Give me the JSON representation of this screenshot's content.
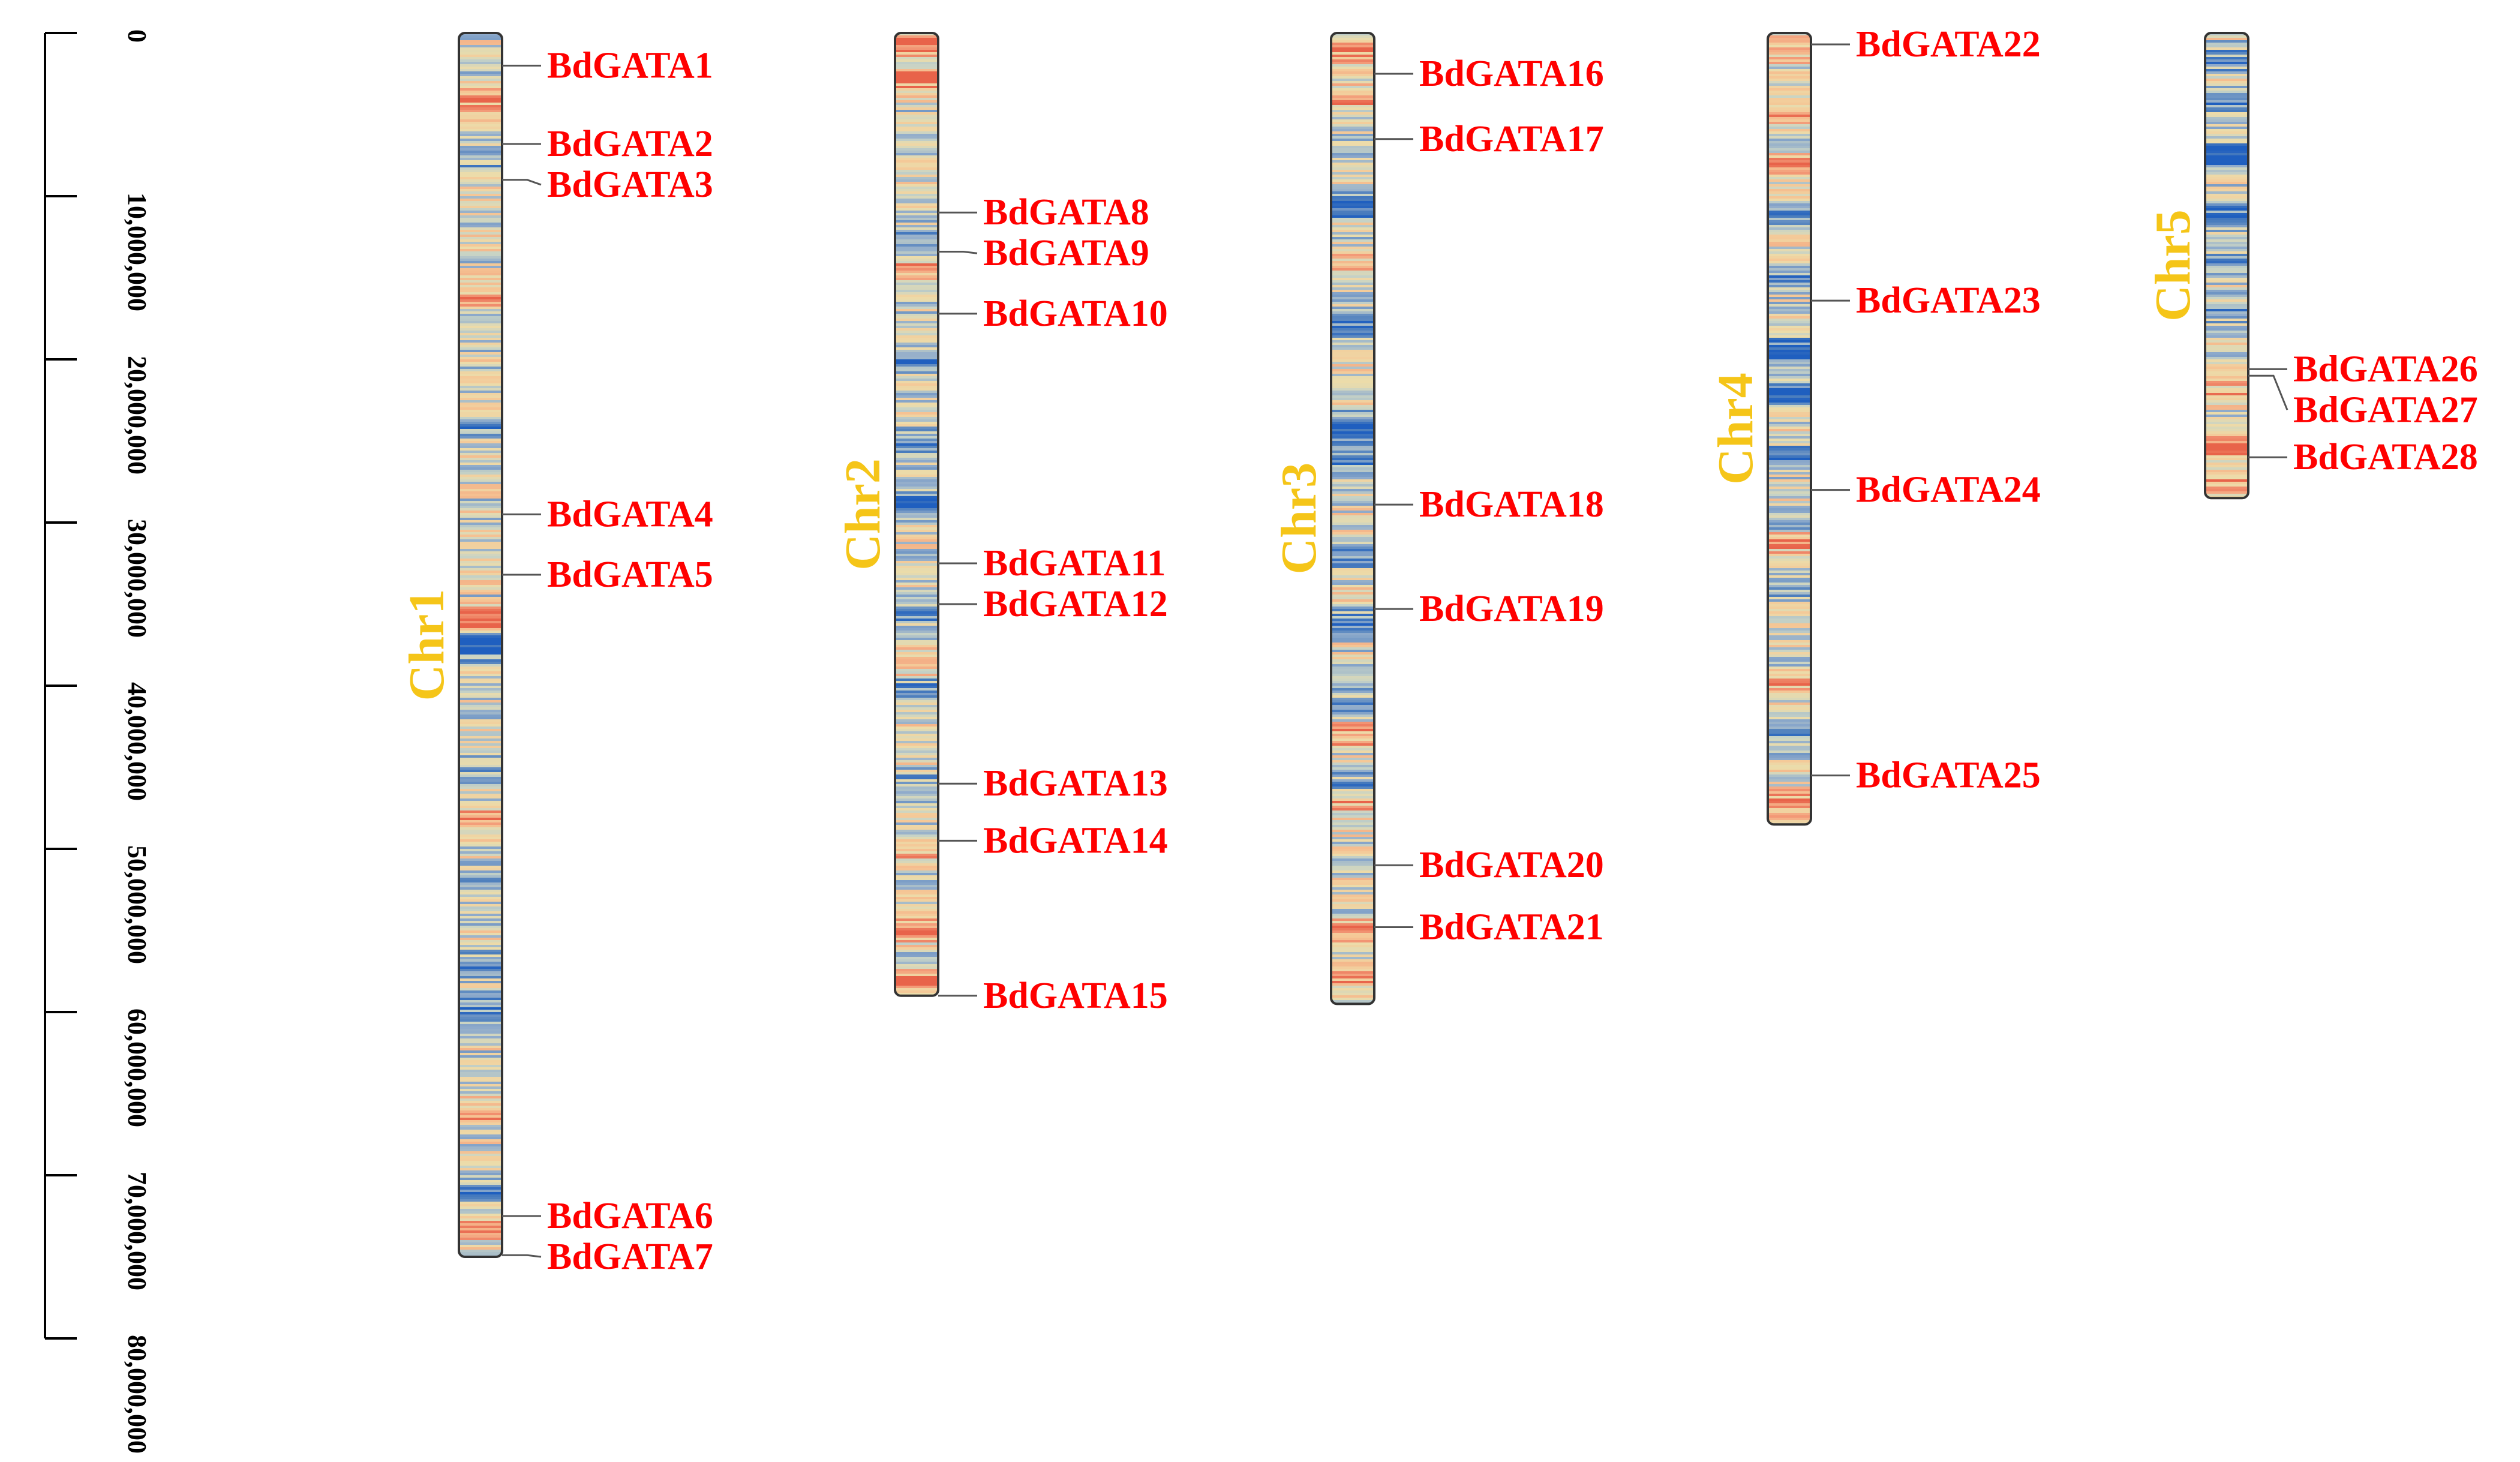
{
  "scale": {
    "max": 80000000,
    "major_step": 10000000,
    "tick_labels": [
      "0",
      "10,000,000",
      "20,000,000",
      "30,000,000",
      "40,000,000",
      "50,000,000",
      "60,000,000",
      "70,000,000",
      "80,000,000"
    ]
  },
  "colors": {
    "gene_label": "#ff0000",
    "chromosome_label": "#f5c518",
    "outline": "#333333",
    "connector": "#555555",
    "density_palette": [
      "#1f5fbf",
      "#4f80bd",
      "#8eaacb",
      "#c7d3c6",
      "#ecdcaa",
      "#f5c796",
      "#f39a78",
      "#e8634a"
    ]
  },
  "chromosomes": [
    {
      "name": "Chr1",
      "length": 75000000,
      "genes": [
        {
          "name": "BdGATA1",
          "pos": 2000000
        },
        {
          "name": "BdGATA2",
          "pos": 6800000
        },
        {
          "name": "BdGATA3",
          "pos": 9000000
        },
        {
          "name": "BdGATA4",
          "pos": 29500000
        },
        {
          "name": "BdGATA5",
          "pos": 33200000
        },
        {
          "name": "BdGATA6",
          "pos": 72500000
        },
        {
          "name": "BdGATA7",
          "pos": 74900000
        }
      ],
      "hot": [
        [
          3.8,
          0.8
        ],
        [
          16,
          0.6
        ],
        [
          36,
          0.9
        ],
        [
          48,
          0.6
        ],
        [
          66,
          0.6
        ],
        [
          73,
          0.7
        ]
      ],
      "cold": [
        [
          8,
          0.35
        ],
        [
          24,
          0.45
        ],
        [
          37.5,
          0.95
        ],
        [
          45,
          0.4
        ],
        [
          52,
          0.45
        ],
        [
          57,
          0.45
        ],
        [
          59.5,
          0.6
        ],
        [
          71,
          0.5
        ]
      ]
    },
    {
      "name": "Chr2",
      "length": 59000000,
      "genes": [
        {
          "name": "BdGATA8",
          "pos": 11000000
        },
        {
          "name": "BdGATA9",
          "pos": 13400000
        },
        {
          "name": "BdGATA10",
          "pos": 17200000
        },
        {
          "name": "BdGATA11",
          "pos": 32500000
        },
        {
          "name": "BdGATA12",
          "pos": 35000000
        },
        {
          "name": "BdGATA13",
          "pos": 46000000
        },
        {
          "name": "BdGATA14",
          "pos": 49500000
        },
        {
          "name": "BdGATA15",
          "pos": 59000000
        }
      ],
      "hot": [
        [
          0.8,
          0.9
        ],
        [
          2.8,
          0.8
        ],
        [
          14.5,
          0.6
        ],
        [
          38.5,
          0.6
        ],
        [
          50,
          0.6
        ],
        [
          55,
          0.7
        ],
        [
          58,
          0.9
        ]
      ],
      "cold": [
        [
          12.5,
          0.45
        ],
        [
          20,
          0.6
        ],
        [
          25,
          0.6
        ],
        [
          28.8,
          1.0
        ],
        [
          35.5,
          0.5
        ],
        [
          40.2,
          0.6
        ],
        [
          46,
          0.4
        ]
      ]
    },
    {
      "name": "Chr3",
      "length": 59500000,
      "genes": [
        {
          "name": "BdGATA16",
          "pos": 2500000
        },
        {
          "name": "BdGATA17",
          "pos": 6500000
        },
        {
          "name": "BdGATA18",
          "pos": 28900000
        },
        {
          "name": "BdGATA19",
          "pos": 35300000
        },
        {
          "name": "BdGATA20",
          "pos": 51000000
        },
        {
          "name": "BdGATA21",
          "pos": 54800000
        }
      ],
      "hot": [
        [
          1,
          0.7
        ],
        [
          4,
          0.5
        ],
        [
          14,
          0.5
        ],
        [
          43,
          0.7
        ],
        [
          47,
          0.6
        ],
        [
          55,
          0.7
        ],
        [
          58,
          0.6
        ]
      ],
      "cold": [
        [
          10.5,
          0.95
        ],
        [
          18,
          0.5
        ],
        [
          24,
          0.9
        ],
        [
          26,
          0.6
        ],
        [
          32,
          0.6
        ],
        [
          36,
          0.5
        ],
        [
          41,
          0.4
        ],
        [
          46,
          0.4
        ]
      ]
    },
    {
      "name": "Chr4",
      "length": 48500000,
      "genes": [
        {
          "name": "BdGATA22",
          "pos": 700000
        },
        {
          "name": "BdGATA23",
          "pos": 16400000
        },
        {
          "name": "BdGATA24",
          "pos": 28000000
        },
        {
          "name": "BdGATA25",
          "pos": 45500000
        }
      ],
      "hot": [
        [
          1,
          0.6
        ],
        [
          5,
          0.5
        ],
        [
          8,
          0.6
        ],
        [
          31,
          0.7
        ],
        [
          40,
          0.5
        ],
        [
          47,
          0.7
        ]
      ],
      "cold": [
        [
          11,
          0.45
        ],
        [
          15,
          0.5
        ],
        [
          19.5,
          0.95
        ],
        [
          22,
          0.7
        ],
        [
          26,
          0.6
        ],
        [
          30,
          0.5
        ],
        [
          34,
          0.45
        ],
        [
          43,
          0.4
        ]
      ]
    },
    {
      "name": "Chr5",
      "length": 28500000,
      "genes": [
        {
          "name": "BdGATA26",
          "pos": 20600000
        },
        {
          "name": "BdGATA27",
          "pos": 21000000
        },
        {
          "name": "BdGATA28",
          "pos": 26000000
        }
      ],
      "hot": [
        [
          22,
          0.45
        ],
        [
          25.5,
          0.75
        ],
        [
          27.5,
          0.5
        ]
      ],
      "cold": [
        [
          1.5,
          0.5
        ],
        [
          4,
          0.7
        ],
        [
          7.5,
          1.0
        ],
        [
          11,
          0.6
        ],
        [
          14,
          0.5
        ],
        [
          17,
          0.4
        ]
      ]
    }
  ]
}
